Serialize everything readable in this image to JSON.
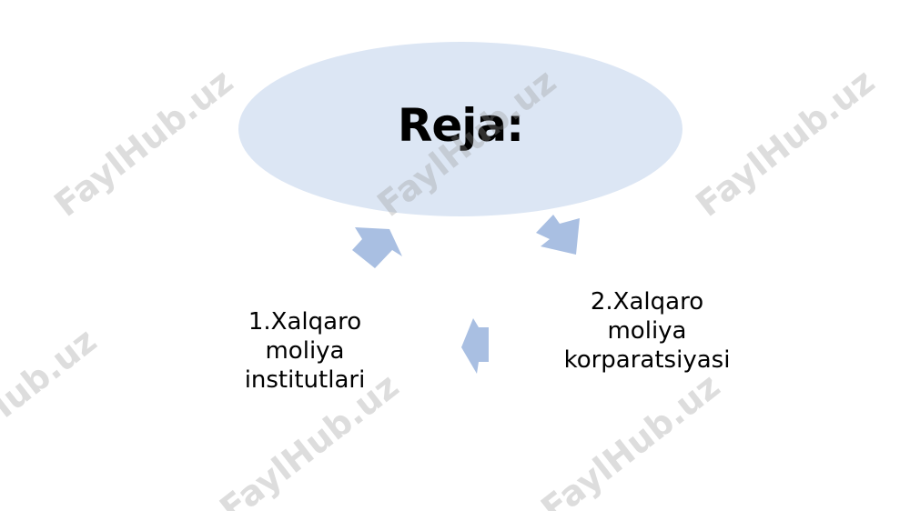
{
  "title": "Reja:",
  "nodes": [
    {
      "lines": [
        "1.Xalqaro",
        "moliya",
        "institutlari"
      ]
    },
    {
      "lines": [
        "2.Xalqaro",
        "moliya",
        "korparatsiyasi"
      ]
    }
  ],
  "watermark": "FaylHub.uz",
  "colors": {
    "ellipse_fill": "#dce6f4",
    "arrow_fill": "#a9bfe2",
    "text": "#000000"
  },
  "cycle_arrows": [
    "arrow-icon",
    "arrow-icon",
    "arrow-icon"
  ]
}
